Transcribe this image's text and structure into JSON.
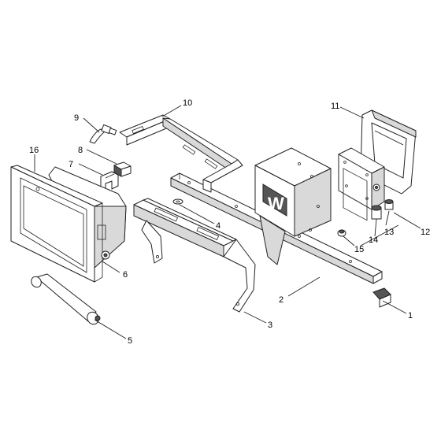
{
  "logo": {
    "letter": "W"
  },
  "callouts": [
    {
      "id": "1",
      "label": "1"
    },
    {
      "id": "2",
      "label": "2"
    },
    {
      "id": "3",
      "label": "3"
    },
    {
      "id": "4",
      "label": "4"
    },
    {
      "id": "5",
      "label": "5"
    },
    {
      "id": "6",
      "label": "6"
    },
    {
      "id": "7",
      "label": "7"
    },
    {
      "id": "8",
      "label": "8"
    },
    {
      "id": "9",
      "label": "9"
    },
    {
      "id": "10",
      "label": "10"
    },
    {
      "id": "11",
      "label": "11"
    },
    {
      "id": "12",
      "label": "12"
    },
    {
      "id": "13",
      "label": "13"
    },
    {
      "id": "14",
      "label": "14"
    },
    {
      "id": "15",
      "label": "15"
    },
    {
      "id": "16",
      "label": "16"
    }
  ]
}
